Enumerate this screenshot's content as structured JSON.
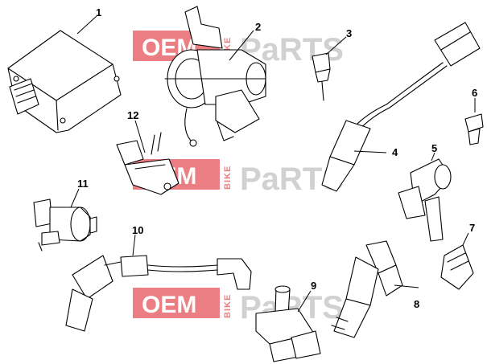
{
  "watermark": {
    "oem": "OEM",
    "bike": "BIKE",
    "parts": "PaRTS",
    "box_color": "#e8686e",
    "parts_color": "#c9c9c9",
    "parts_accent_color": "#e8686e"
  },
  "callouts": {
    "c1": "1",
    "c2": "2",
    "c3": "3",
    "c4": "4",
    "c5": "5",
    "c6": "6",
    "c7": "7",
    "c8": "8",
    "c9": "9",
    "c10": "10",
    "c11": "11",
    "c12": "12"
  }
}
